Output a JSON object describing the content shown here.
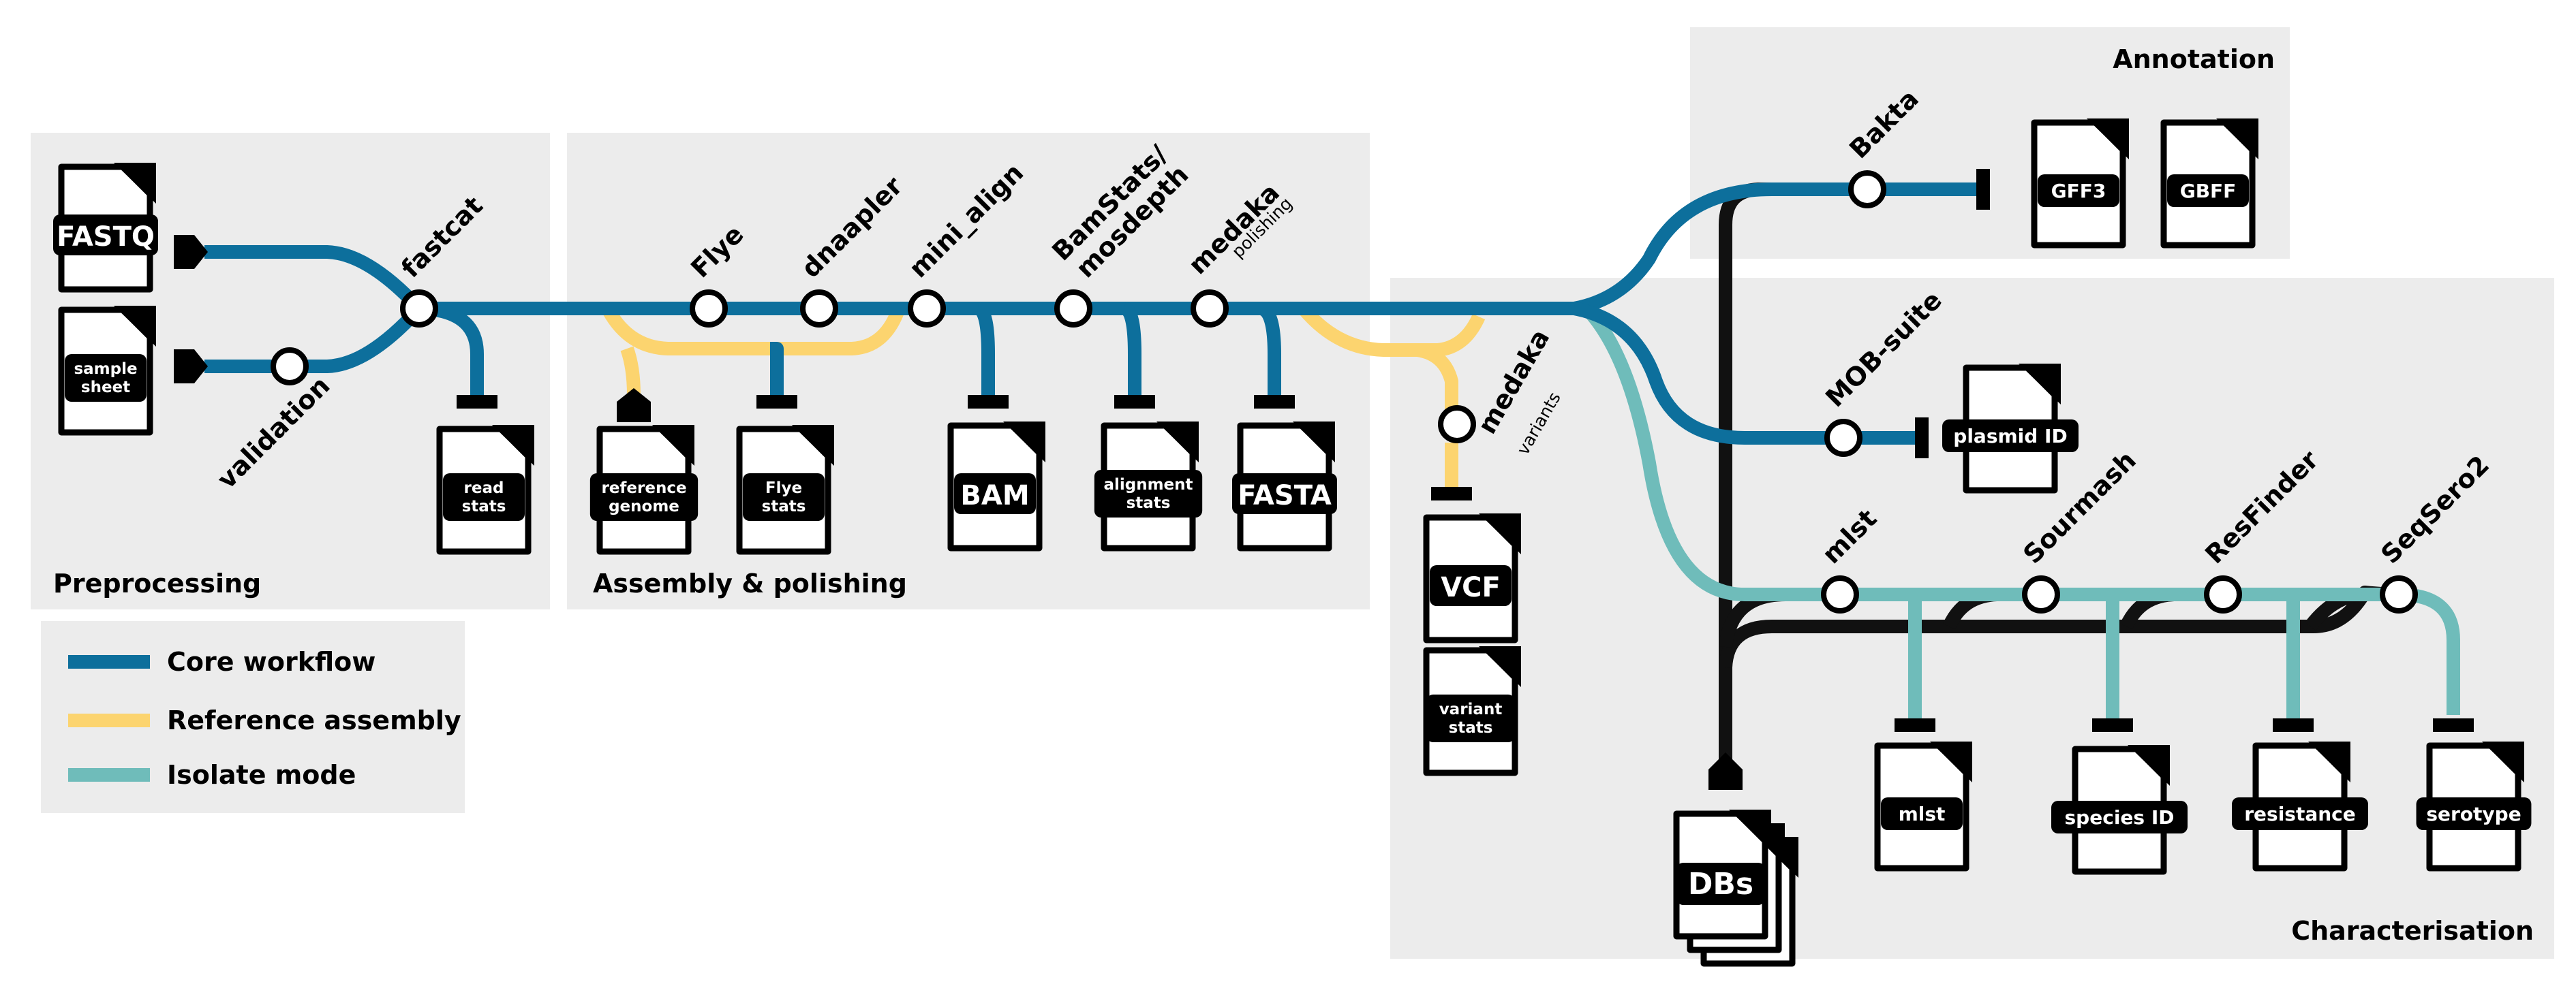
{
  "colors": {
    "core": "#0d6f9c",
    "reference": "#fcd46f",
    "isolate": "#6fbcba",
    "databases": "#111111",
    "panel": "#ececec"
  },
  "sections": {
    "preprocessing": "Preprocessing",
    "assembly": "Assembly & polishing",
    "annotation": "Annotation",
    "characterisation": "Characterisation"
  },
  "legend": [
    {
      "label": "Core workflow",
      "color": "#0d6f9c"
    },
    {
      "label": "Reference assembly",
      "color": "#fcd46f"
    },
    {
      "label": "Isolate mode",
      "color": "#6fbcba"
    }
  ],
  "steps": {
    "validation": "validation",
    "fastcat": "fastcat",
    "flye": "Flye",
    "dnaapler": "dnaapler",
    "mini_align": "mini_align",
    "bamstats_1": "BamStats/",
    "bamstats_2": "mosdepth",
    "medaka_polish": "medaka",
    "medaka_polish_sub": "polishing",
    "medaka_variants": "medaka",
    "medaka_variants_sub": "variants",
    "bakta": "Bakta",
    "mobsuite": "MOB-suite",
    "mlst": "mlst",
    "sourmash": "Sourmash",
    "resfinder": "ResFinder",
    "seqsero2": "SeqSero2"
  },
  "files": {
    "fastq": [
      "FASTQ"
    ],
    "sample_sheet": [
      "sample",
      "sheet"
    ],
    "read_stats": [
      "read",
      "stats"
    ],
    "reference_genome": [
      "reference",
      "genome"
    ],
    "flye_stats": [
      "Flye",
      "stats"
    ],
    "bam": [
      "BAM"
    ],
    "alignment_stats": [
      "alignment",
      "stats"
    ],
    "fasta": [
      "FASTA"
    ],
    "vcf": [
      "VCF"
    ],
    "variant_stats": [
      "variant",
      "stats"
    ],
    "gff3": [
      "GFF3"
    ],
    "gbff": [
      "GBFF"
    ],
    "plasmid_id": [
      "plasmid ID"
    ],
    "dbs": [
      "DBs"
    ],
    "mlst": [
      "mlst"
    ],
    "species_id": [
      "species ID"
    ],
    "resistance": [
      "resistance"
    ],
    "serotype": [
      "serotype"
    ]
  }
}
